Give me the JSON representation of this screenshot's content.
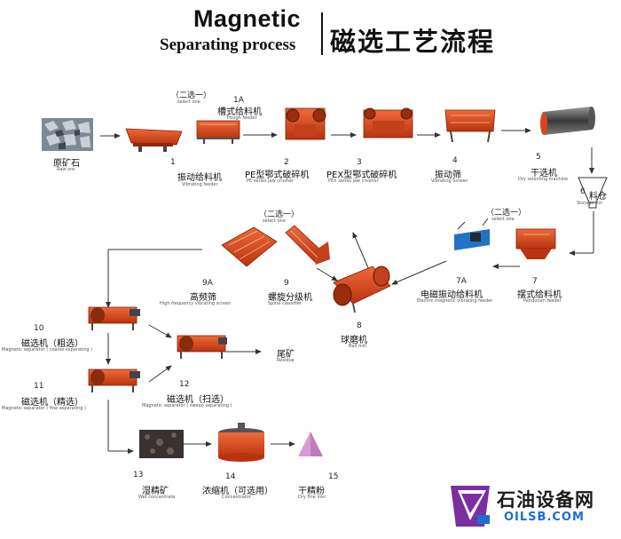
{
  "title": {
    "en_line1": "Magnetic",
    "en_line2": "Separating process",
    "cn": "磁选工艺流程"
  },
  "nodes": {
    "raw_ore": {
      "cn": "原矿石",
      "en": "Raw ore"
    },
    "n1": {
      "num": "1",
      "cn": "振动给料机",
      "en": "Vibrating feeder"
    },
    "n1a": {
      "num": "1A",
      "cn": "槽式给料机",
      "en": "Trough feeder"
    },
    "select_1": {
      "cn": "（二选一）",
      "en": "select one"
    },
    "n2": {
      "num": "2",
      "cn": "PE型鄂式破碎机",
      "en": "PE series jaw crusher"
    },
    "n3": {
      "num": "3",
      "cn": "PEX型鄂式破碎机",
      "en": "PEX series jaw crusher"
    },
    "n4": {
      "num": "4",
      "cn": "振动筛",
      "en": "Vibrating Screen"
    },
    "n5": {
      "num": "5",
      "cn": "干选机",
      "en": "Dry selecting machine"
    },
    "n6": {
      "num": "6",
      "cn": "料仓",
      "en": "Storage bin"
    },
    "n7": {
      "num": "7",
      "cn": "摆式给料机",
      "en": "Pendulum feeder"
    },
    "n7a": {
      "num": "7A",
      "cn": "电磁振动给料机",
      "en": "Electric magnetic vibrating feeder"
    },
    "select_2": {
      "cn": "（二选一）",
      "en": "select one"
    },
    "n8": {
      "num": "8",
      "cn": "球磨机",
      "en": "Ball mill"
    },
    "n9": {
      "num": "9",
      "cn": "螺旋分级机",
      "en": "Spiral classifier"
    },
    "n9a": {
      "num": "9A",
      "cn": "高频筛",
      "en": "High frequency vibrating screen"
    },
    "select_3": {
      "cn": "（二选一）",
      "en": "select one"
    },
    "n10": {
      "num": "10",
      "cn": "磁选机（粗选）",
      "en": "Magnetic separator ( coarse separating )"
    },
    "n11": {
      "num": "11",
      "cn": "磁选机（精选）",
      "en": "Magnetic separator ( fine separating )"
    },
    "n12": {
      "num": "12",
      "cn": "磁选机（扫选）",
      "en": "Magnetic separator ( sweep separating )"
    },
    "tailings": {
      "cn": "尾矿",
      "en": "Residue"
    },
    "n13": {
      "num": "13",
      "cn": "湿精矿",
      "en": "Wet concentrate"
    },
    "n14": {
      "num": "14",
      "cn": "浓缩机（可选用）",
      "en": "Concentrator"
    },
    "n15": {
      "num": "15",
      "cn": "干精粉",
      "en": "Dry fine iron"
    }
  },
  "watermark": {
    "cn": "石油设备网",
    "url": "OILSB.COM"
  },
  "colors": {
    "machine": "#d8471c",
    "machine_dark": "#8c2a0c",
    "arrow": "#333333",
    "ore": "#6c7a86",
    "concentrate": "#3a3230",
    "pink_powder": "#d79bd3",
    "logo_purple": "#7a2ea0",
    "logo_blue": "#1a6fd0"
  }
}
